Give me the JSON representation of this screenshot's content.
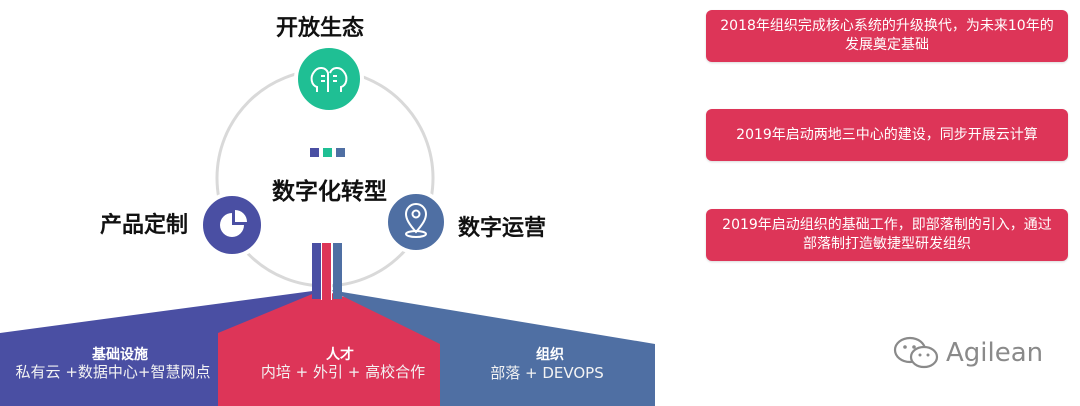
{
  "diagram": {
    "top_node": "开放生态",
    "left_node": "产品定制",
    "right_node": "数字运营",
    "center_title": "数字化转型"
  },
  "pillars": [
    {
      "title": "基础设施",
      "text": "私有云 +数据中心+智慧网点"
    },
    {
      "title": "人才",
      "text": "内培 + 外引 + 高校合作"
    },
    {
      "title": "组织",
      "text": "部落 + DEVOPS"
    }
  ],
  "notes": [
    "2018年组织完成核心系统的升级换代，为未来10年的发展奠定基础",
    "2019年启动两地三中心的建设，同步开展云计算",
    "2019年启动组织的基础工作，即部落制的引入，通过部落制打造敏捷型研发组织"
  ],
  "watermark": "Agilean",
  "colors": {
    "green": "#1fbf94",
    "purple": "#4a4fa3",
    "blue_gray": "#4f6fa3",
    "red": "#dd3558",
    "circle": "#d9d9d9"
  },
  "icons": {
    "top": "two-heads-icon",
    "left": "pie-chart-icon",
    "right": "location-pin-icon",
    "watermark": "wechat-icon"
  }
}
